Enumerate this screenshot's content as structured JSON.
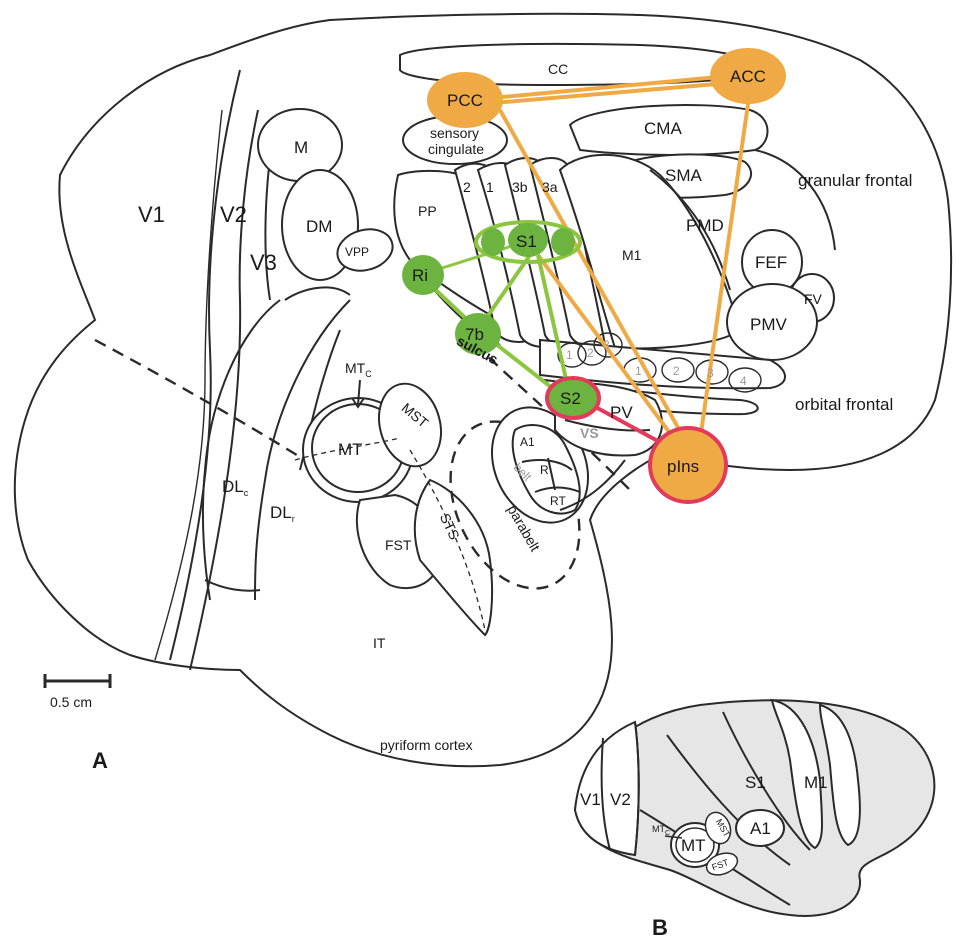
{
  "colors": {
    "orange": "#F0AA45",
    "green_line": "#8CC540",
    "green_fill": "#6DB33F",
    "red": "#E23A5B",
    "panel_b_fill": "#E6E6E6"
  },
  "panel_a": {
    "label": "A",
    "scale_bar": "0.5 cm",
    "regions": {
      "v1": "V1",
      "v2": "V2",
      "v3": "V3",
      "m": "M",
      "dm": "DM",
      "vpp": "VPP",
      "pp": "PP",
      "area2": "2",
      "area1": "1",
      "area3b": "3b",
      "area3a": "3a",
      "m1": "M1",
      "cma": "CMA",
      "sma": "SMA",
      "pmd": "PMD",
      "fef": "FEF",
      "fv": "FV",
      "pmv": "PMV",
      "cc": "CC",
      "sensory": "sensory",
      "cingulate": "cingulate",
      "granular_frontal": "granular frontal",
      "orbital_frontal": "orbital frontal",
      "mt": "MT",
      "mtc": "MT",
      "mtc_sub": "C",
      "mst": "MST",
      "fst": "FST",
      "sts": "STS",
      "dlc": "DL",
      "dlc_sub": "c",
      "dlr": "DL",
      "dlr_sub": "r",
      "it": "IT",
      "pyriform": "pyriform cortex",
      "parabelt": "parabelt",
      "belt": "belt",
      "a1": "A1",
      "r": "R",
      "rt": "RT",
      "pv": "PV",
      "vs": "VS",
      "sulcus": "sulcus",
      "fig_1": "1",
      "fig_2": "2",
      "fig_3": "3",
      "fig_4": "4"
    },
    "nodes": {
      "pcc": "PCC",
      "acc": "ACC",
      "s1": "S1",
      "ri": "Ri",
      "b7": "7b",
      "s2": "S2",
      "pins": "pIns"
    }
  },
  "panel_b": {
    "label": "B",
    "regions": {
      "v1": "V1",
      "v2": "V2",
      "s1": "S1",
      "m1": "M1",
      "a1": "A1",
      "mt": "MT",
      "mtc": "MT",
      "mtc_sub": "C",
      "mst": "MST",
      "fst": "FST"
    }
  }
}
